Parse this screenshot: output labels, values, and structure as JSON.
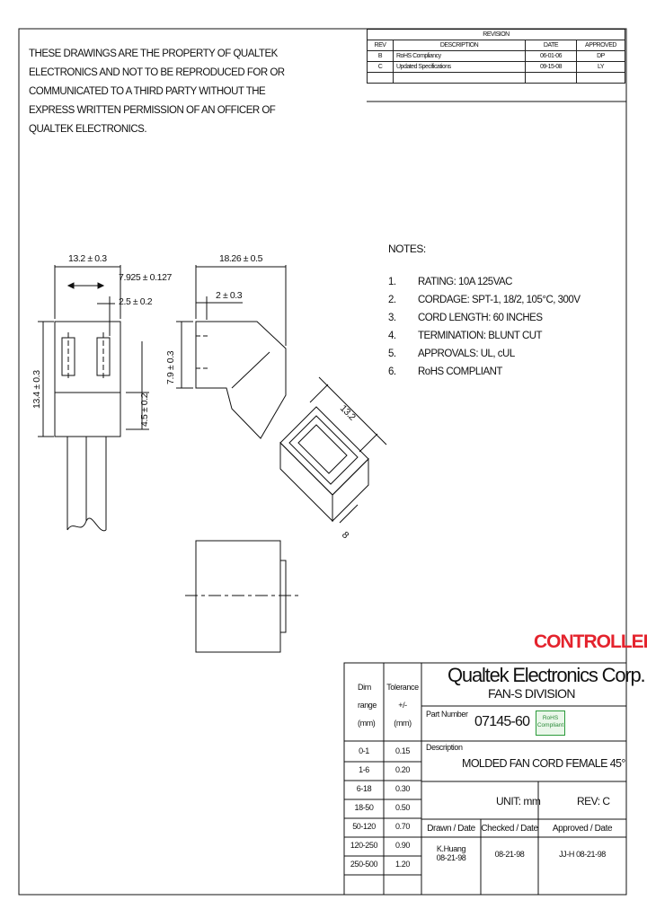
{
  "notice": [
    "THESE DRAWINGS ARE THE PROPERTY OF QUALTEK",
    "ELECTRONICS AND NOT TO BE REPRODUCED FOR OR",
    "COMMUNICATED TO A THIRD PARTY WITHOUT THE",
    "EXPRESS WRITTEN PERMISSION OF AN OFFICER OF",
    "QUALTEK ELECTRONICS."
  ],
  "revision": {
    "title": "REVISION",
    "headers": [
      "REV",
      "DESCRIPTION",
      "DATE",
      "APPROVED"
    ],
    "rows": [
      [
        "B",
        "RoHS Compliancy",
        "06-01-06",
        "DP"
      ],
      [
        "C",
        "Updated Specifications",
        "09-15-08",
        "LY"
      ]
    ]
  },
  "notes": {
    "title": "NOTES:",
    "items": [
      {
        "num": "1.",
        "text": "RATING: 10A 125VAC"
      },
      {
        "num": "2.",
        "text": "CORDAGE:  SPT-1, 18/2, 105°C, 300V"
      },
      {
        "num": "3.",
        "text": "CORD LENGTH:   60 INCHES"
      },
      {
        "num": "4.",
        "text": "TERMINATION:   BLUNT CUT"
      },
      {
        "num": "5.",
        "text": "APPROVALS:  UL, cUL"
      },
      {
        "num": "6.",
        "text": "RoHS COMPLIANT"
      }
    ]
  },
  "dimensions": {
    "width_front": "13.2 ± 0.3",
    "pin_offset": "7.925 ± 0.127",
    "pin_width": "2.5 ± 0.2",
    "height_front": "13.4 ± 0.3",
    "pin_height": "4.5 ± 0.2",
    "side_length": "18.26 ± 0.5",
    "side_step": "2 ± 0.3",
    "side_height": "7.9 ± 0.3",
    "angled_len": "13.2",
    "angled_w": "8"
  },
  "stamp": "CONTROLLED",
  "title_block": {
    "company": "Qualtek Electronics Corp.",
    "division": "FAN-S DIVISION",
    "part_label": "Part Number",
    "part_number": "07145-60",
    "rohs_badge": [
      "RoHS",
      "Compliant"
    ],
    "desc_label": "Description",
    "description": "MOLDED FAN CORD FEMALE 45°",
    "unit": "UNIT: mm",
    "rev": "REV: C",
    "drawn_label": "Drawn / Date",
    "checked_label": "Checked / Date",
    "approved_label": "Approved / Date",
    "drawn_by": "K.Huang",
    "drawn_date": "08-21-98",
    "checked_date": "08-21-98",
    "approved": "JJ-H 08-21-98",
    "dim_header": [
      "Dim",
      "range",
      "(mm)"
    ],
    "tol_header": [
      "Tolerance",
      "+/-",
      "(mm)"
    ],
    "tolerances": [
      [
        "0-1",
        "0.15"
      ],
      [
        "1-6",
        "0.20"
      ],
      [
        "6-18",
        "0.30"
      ],
      [
        "18-50",
        "0.50"
      ],
      [
        "50-120",
        "0.70"
      ],
      [
        "120-250",
        "0.90"
      ],
      [
        "250-500",
        "1.20"
      ]
    ]
  }
}
